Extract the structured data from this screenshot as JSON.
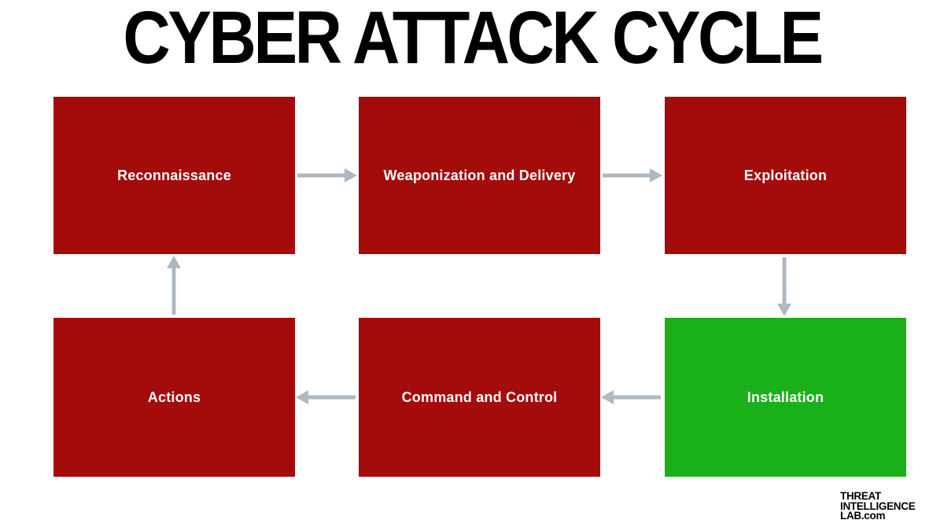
{
  "title": "CYBER ATTACK CYCLE",
  "colors": {
    "background": "#FFFFFF",
    "box_red": "#A40B0B",
    "box_green": "#1AB01A",
    "arrow_gray": "#AFB8C1",
    "title_text": "#000000",
    "box_label_text": "#FFFFFF",
    "brand_text": "#000000"
  },
  "diagram": {
    "steps": [
      {
        "label": "Reconnaissance",
        "color": "red",
        "position": "top-left"
      },
      {
        "label": "Weaponization and Delivery",
        "color": "red",
        "position": "top-middle"
      },
      {
        "label": "Exploitation",
        "color": "red",
        "position": "top-right"
      },
      {
        "label": "Installation",
        "color": "green",
        "position": "bottom-right"
      },
      {
        "label": "Command and Control",
        "color": "red",
        "position": "bottom-middle"
      },
      {
        "label": "Actions",
        "color": "red",
        "position": "bottom-left"
      }
    ],
    "flow": [
      {
        "from": "Reconnaissance",
        "to": "Weaponization and Delivery",
        "direction": "right"
      },
      {
        "from": "Weaponization and Delivery",
        "to": "Exploitation",
        "direction": "right"
      },
      {
        "from": "Exploitation",
        "to": "Installation",
        "direction": "down"
      },
      {
        "from": "Installation",
        "to": "Command and Control",
        "direction": "left"
      },
      {
        "from": "Command and Control",
        "to": "Actions",
        "direction": "left"
      },
      {
        "from": "Actions",
        "to": "Reconnaissance",
        "direction": "up"
      }
    ]
  },
  "branding": {
    "line1": "THREAT",
    "line2": "INTELLIGENCE",
    "line3": "LAB.com"
  }
}
